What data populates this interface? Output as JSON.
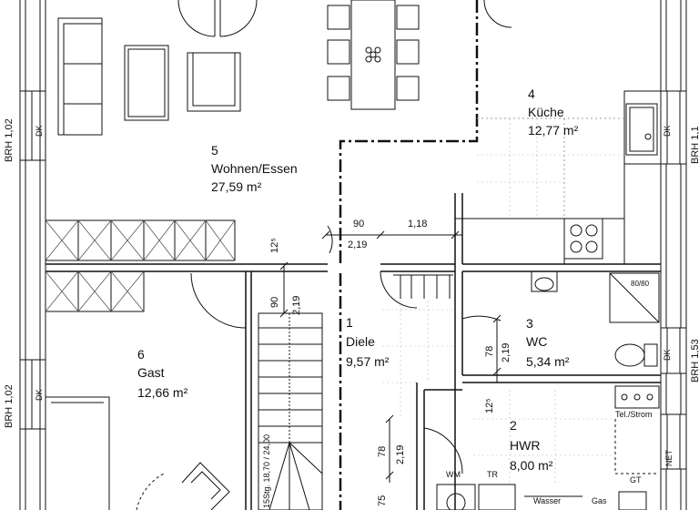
{
  "rooms": [
    {
      "number": "5",
      "name": "Wohnen/Essen",
      "area": "27,59 m²"
    },
    {
      "number": "4",
      "name": "Küche",
      "area": "12,77 m²"
    },
    {
      "number": "6",
      "name": "Gast",
      "area": "12,66 m²"
    },
    {
      "number": "1",
      "name": "Diele",
      "area": "9,57 m²"
    },
    {
      "number": "3",
      "name": "WC",
      "area": "5,34 m²"
    },
    {
      "number": "2",
      "name": "HWR",
      "area": "8,00 m²"
    }
  ],
  "dimensions": {
    "d90_top": "90",
    "d118": "1,18",
    "d219_a": "2,19",
    "d12_5_a": "12⁵",
    "d90_left": "90",
    "d219_b": "2,19",
    "d78_a": "78",
    "d219_c": "2,19",
    "d12_5_b": "12⁵",
    "d78_b": "78",
    "d219_d": "2,19",
    "d75": "75"
  },
  "side_labels": {
    "brh_left_top": "BRH 1,02",
    "brh_left_bottom": "BRH 1,02",
    "brh_right_top": "BRH 1,1",
    "brh_right_bottom": "BRH 1,53",
    "dk_1": "DK",
    "dk_2": "DK",
    "dk_3": "DK",
    "dk_4": "DK"
  },
  "fixtures": {
    "shower": "80/80",
    "tel": "Tel./Strom",
    "net": "NET",
    "wm": "WM",
    "tr": "TR",
    "gt": "GT",
    "wasser": "Wasser",
    "gas": "Gas",
    "stair": "15Stg. 18,70 / 24,00"
  }
}
